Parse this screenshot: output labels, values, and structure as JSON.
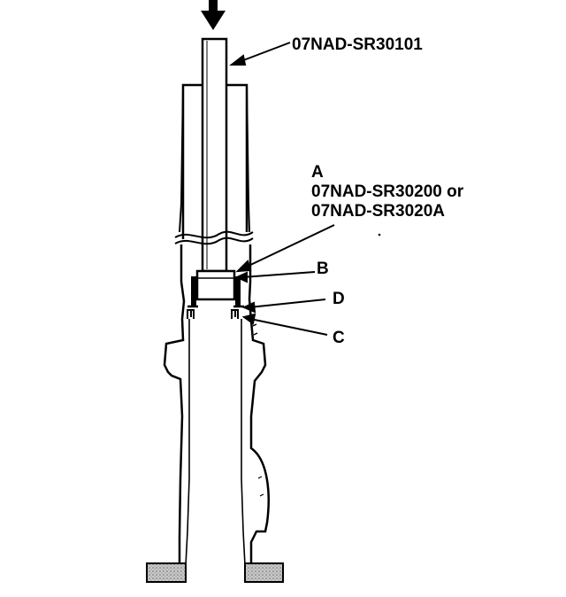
{
  "labels": {
    "tool_top": "07NAD-SR30101",
    "a_letter": "A",
    "a_line1": "07NAD-SR30200 or",
    "a_line2": "07NAD-SR3020A",
    "b": "B",
    "c": "C",
    "d": "D"
  },
  "colors": {
    "ink": "#000000",
    "block_fill": "#bdbdbd",
    "background": "#ffffff"
  },
  "icons": {
    "press_direction": "down-arrow-icon"
  }
}
